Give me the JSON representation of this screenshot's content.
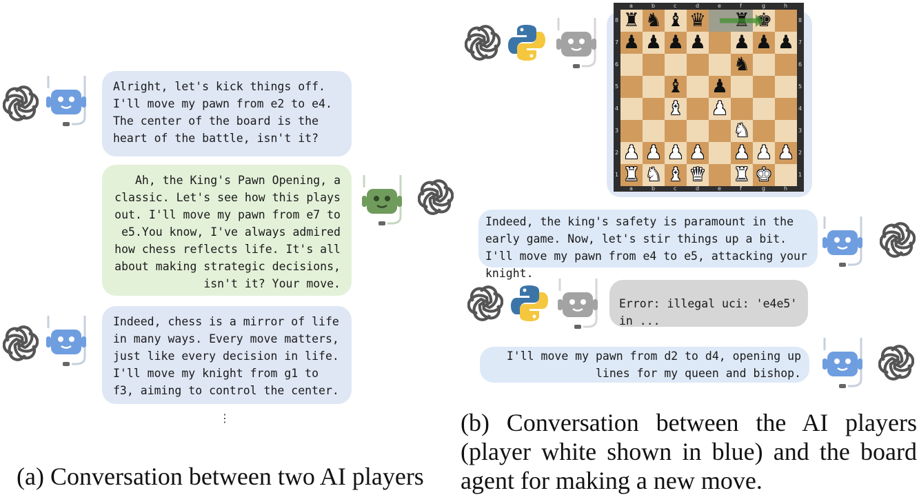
{
  "panel_a": {
    "messages": [
      {
        "text": "Alright, let's kick things off. I'll move my pawn from e2 to e4. The center of the board is the heart of the battle, isn't it?"
      },
      {
        "text": "Ah, the King's Pawn Opening, a classic. Let's see how this plays out. I'll move my pawn from e7 to e5.You know, I've always admired how chess reflects life. It's all about making strategic decisions, isn't it? Your move."
      },
      {
        "text": "Indeed, chess is a mirror of life in many ways. Every move matters, just like every decision in life. I'll move my knight from g1 to f3, aiming to control the center."
      }
    ],
    "ellipsis": "⋮",
    "caption": "(a) Conversation between two AI players"
  },
  "panel_b": {
    "board": {
      "files": [
        "a",
        "b",
        "c",
        "d",
        "e",
        "f",
        "g",
        "h"
      ],
      "ranks": [
        "8",
        "7",
        "6",
        "5",
        "4",
        "3",
        "2",
        "1"
      ],
      "position": [
        [
          "r",
          "n",
          "b",
          "q",
          "",
          "r",
          "k",
          ""
        ],
        [
          "p",
          "p",
          "p",
          "p",
          "",
          "p",
          "p",
          "p"
        ],
        [
          "",
          "",
          "",
          "",
          "",
          "n",
          "",
          ""
        ],
        [
          "",
          "",
          "b",
          "",
          "p",
          "",
          "",
          ""
        ],
        [
          "",
          "",
          "B",
          "",
          "P",
          "",
          "",
          ""
        ],
        [
          "",
          "",
          "",
          "",
          "",
          "N",
          "",
          ""
        ],
        [
          "P",
          "P",
          "P",
          "P",
          "",
          "P",
          "P",
          "P"
        ],
        [
          "R",
          "N",
          "B",
          "Q",
          "",
          "R",
          "K",
          ""
        ]
      ],
      "highlight_squares": [
        "e8",
        "f8"
      ],
      "arrow": {
        "from": "e8",
        "to": "g8",
        "color": "#3f8f2f"
      }
    },
    "messages": [
      {
        "text": "Indeed, the king's safety is paramount in the early game. Now, let's stir things up a bit. I'll move my pawn from e4 to e5, attacking your knight."
      },
      {
        "text": "Error: illegal uci: 'e4e5' in ..."
      },
      {
        "text": "I'll move my pawn from d2 to d4, opening up lines for my queen and bishop."
      }
    ],
    "caption": "(b) Conversation between the AI players (player white shown in blue) and the board agent for making a new move."
  },
  "colors": {
    "white_player_bubble": "#dfe7f5",
    "black_player_bubble": "#e3f1d9",
    "board_agent_bubble": "#d6d6d6",
    "robot_blue": "#6f9ee0",
    "robot_green": "#6f9b5c",
    "robot_gray": "#a3a3a3"
  },
  "icons": [
    "openai-logo-icon",
    "robot-blue-icon",
    "robot-green-icon",
    "robot-gray-icon",
    "python-logo-icon"
  ]
}
